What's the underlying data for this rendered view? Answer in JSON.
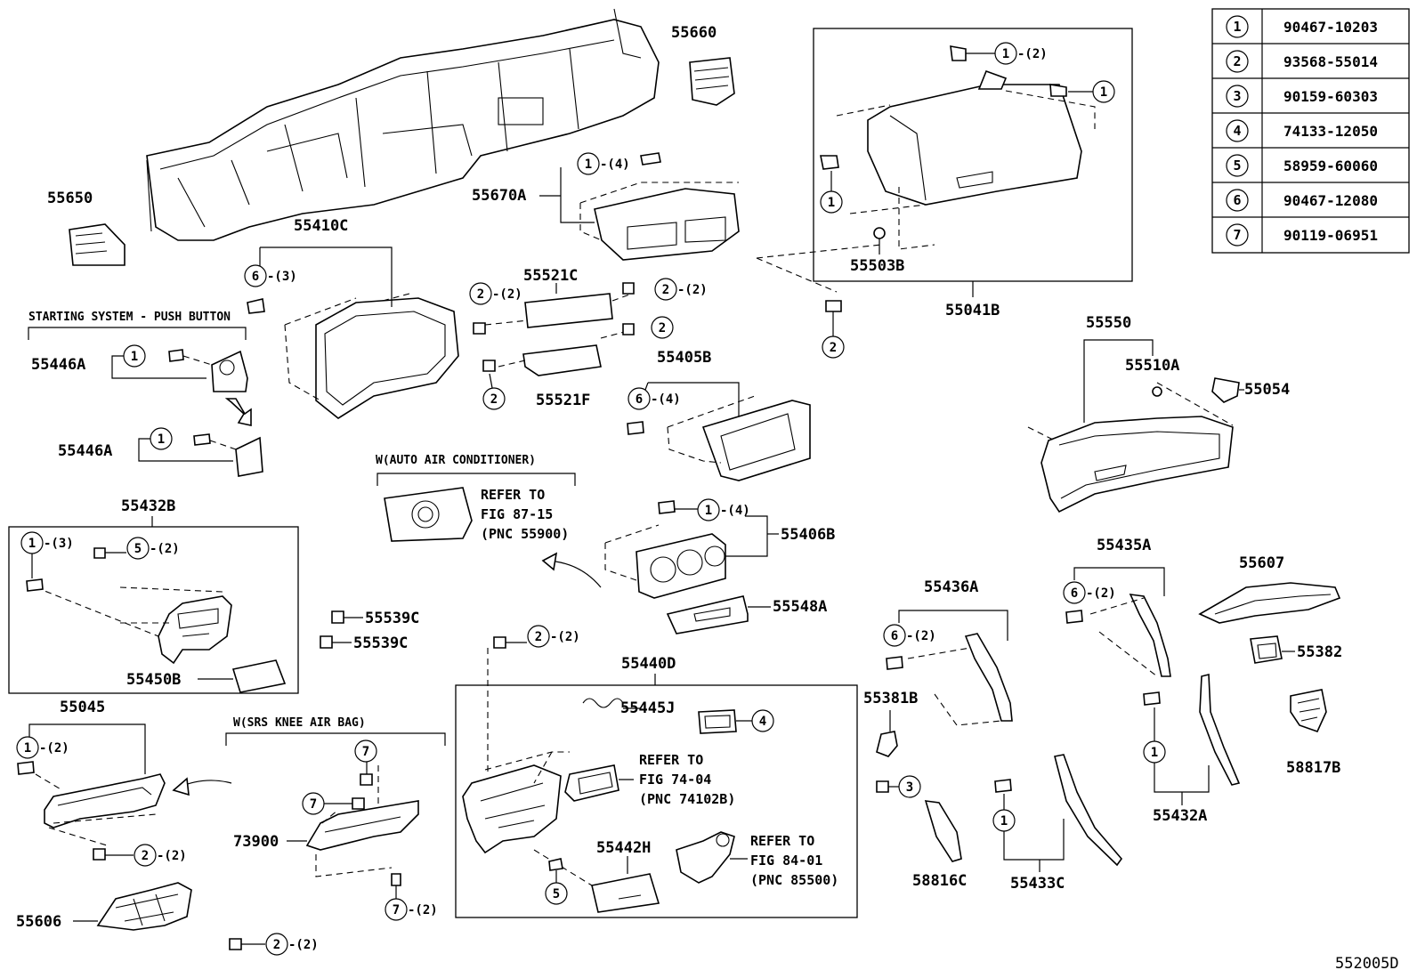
{
  "figure_code": "552005D",
  "legend": [
    {
      "num": "1",
      "code": "90467-10203"
    },
    {
      "num": "2",
      "code": "93568-55014"
    },
    {
      "num": "3",
      "code": "90159-60303"
    },
    {
      "num": "4",
      "code": "74133-12050"
    },
    {
      "num": "5",
      "code": "58959-60060"
    },
    {
      "num": "6",
      "code": "90467-12080"
    },
    {
      "num": "7",
      "code": "90119-06951"
    }
  ],
  "parts": {
    "p55660": "55660",
    "p55650": "55650",
    "p55670A": "55670A",
    "p55410C": "55410C",
    "p55521C": "55521C",
    "p55521F": "55521F",
    "p55446A_1": "55446A",
    "p55446A_2": "55446A",
    "p55503B": "55503B",
    "p55041B": "55041B",
    "p55405B": "55405B",
    "p55550": "55550",
    "p55510A": "55510A",
    "p55054": "55054",
    "p55432B": "55432B",
    "p55406B": "55406B",
    "p55548A": "55548A",
    "p55435A": "55435A",
    "p55607": "55607",
    "p55436A": "55436A",
    "p55539C_1": "55539C",
    "p55539C_2": "55539C",
    "p55450B": "55450B",
    "p55440D": "55440D",
    "p55382": "55382",
    "p55045": "55045",
    "p55445J": "55445J",
    "p55381B": "55381B",
    "p58817B": "58817B",
    "p73900": "73900",
    "p55442H": "55442H",
    "p55432A": "55432A",
    "p58816C": "58816C",
    "p55433C": "55433C",
    "p55606": "55606"
  },
  "notes": {
    "starting_system": "STARTING SYSTEM - PUSH BUTTON",
    "auto_ac": "W(AUTO AIR CONDITIONER)",
    "srs_knee": "W(SRS KNEE AIR BAG)",
    "refer_55900": [
      "REFER TO",
      "FIG 87-15",
      "(PNC 55900)"
    ],
    "refer_74102B": [
      "REFER TO",
      "FIG 74-04",
      "(PNC 74102B)"
    ],
    "refer_85500": [
      "REFER TO",
      "FIG 84-01",
      "(PNC 85500)"
    ]
  },
  "qty": {
    "q2": "-(2)",
    "q3": "-(3)",
    "q4": "-(4)"
  },
  "callout_numbers": [
    "1",
    "2",
    "3",
    "4",
    "5",
    "6",
    "7"
  ]
}
